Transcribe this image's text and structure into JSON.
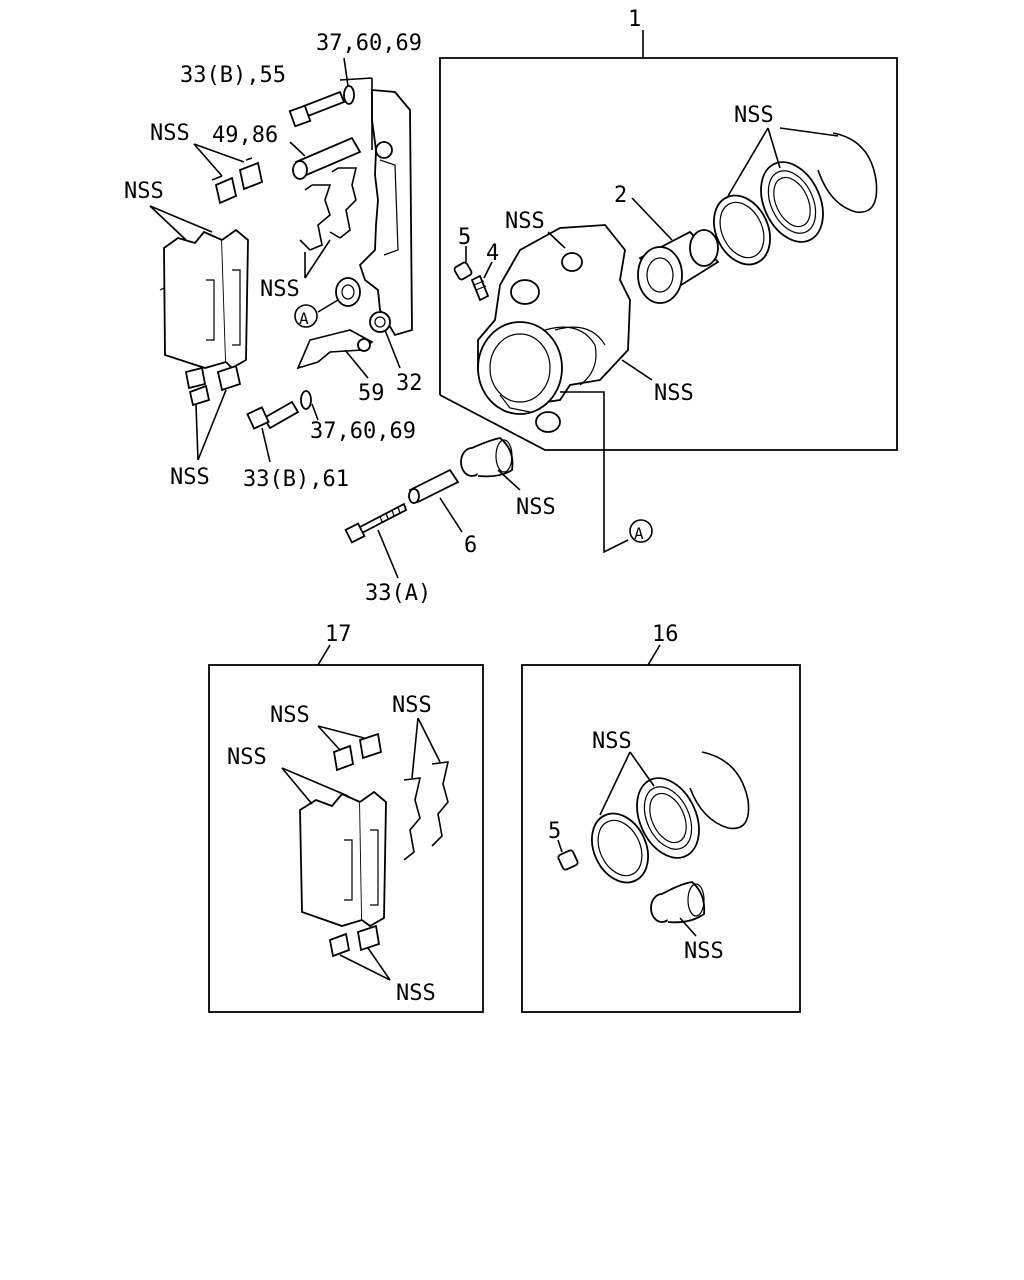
{
  "labels": {
    "l1": "1",
    "l2": "2",
    "l4": "4",
    "l5a": "5",
    "l5b": "5",
    "l6": "6",
    "l16": "16",
    "l17": "17",
    "l32": "32",
    "l59": "59",
    "l33b55": "33(B),55",
    "l376069a": "37,60,69",
    "l376069b": "37,60,69",
    "l4986": "49,86",
    "l33b61": "33(B),61",
    "l33a": "33(A)",
    "nss_pin_clips": "NSS",
    "nss_pads": "NSS",
    "nss_shims": "NSS",
    "nss_lower_clips": "NSS",
    "nss_seals": "NSS",
    "nss_bleeder": "NSS",
    "nss_caliper": "NSS",
    "nss_boot": "NSS",
    "nss17_clips": "NSS",
    "nss17_shims": "NSS",
    "nss17_pads": "NSS",
    "nss17_lower": "NSS",
    "nss16_seals": "NSS",
    "nss16_boot": "NSS",
    "ref_a1": "A",
    "ref_a2": "A"
  }
}
